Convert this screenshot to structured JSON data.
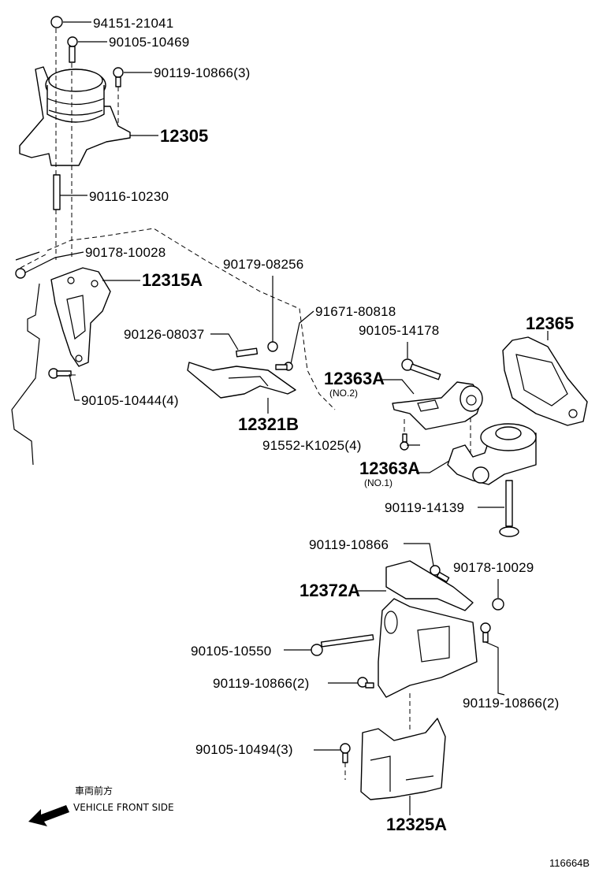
{
  "labels": {
    "p94151_21041": "94151-21041",
    "p90105_10469": "90105-10469",
    "p90119_10866_3": "90119-10866(3)",
    "p12305": "12305",
    "p90116_10230": "90116-10230",
    "p90178_10028": "90178-10028",
    "p12315A": "12315A",
    "p90179_08256": "90179-08256",
    "p91671_80818": "91671-80818",
    "p90126_08037": "90126-08037",
    "p90105_14178": "90105-14178",
    "p12365": "12365",
    "p12363A_no2": "12363A",
    "no2": "(NO.2)",
    "p90105_10444_4": "90105-10444(4)",
    "p12321B": "12321B",
    "p91552_K1025_4": "91552-K1025(4)",
    "p12363A_no1": "12363A",
    "no1": "(NO.1)",
    "p90119_14139": "90119-14139",
    "p90119_10866": "90119-10866",
    "p90178_10029": "90178-10029",
    "p12372A": "12372A",
    "p90105_10550": "90105-10550",
    "p90119_10866_2a": "90119-10866(2)",
    "p90119_10866_2b": "90119-10866(2)",
    "p90105_10494_3": "90105-10494(3)",
    "p12325A": "12325A"
  },
  "direction": {
    "jp": "車両前方",
    "en": "VEHICLE FRONT SIDE",
    "icon": "arrow-left-down-icon"
  },
  "illustration_id": "116664B"
}
